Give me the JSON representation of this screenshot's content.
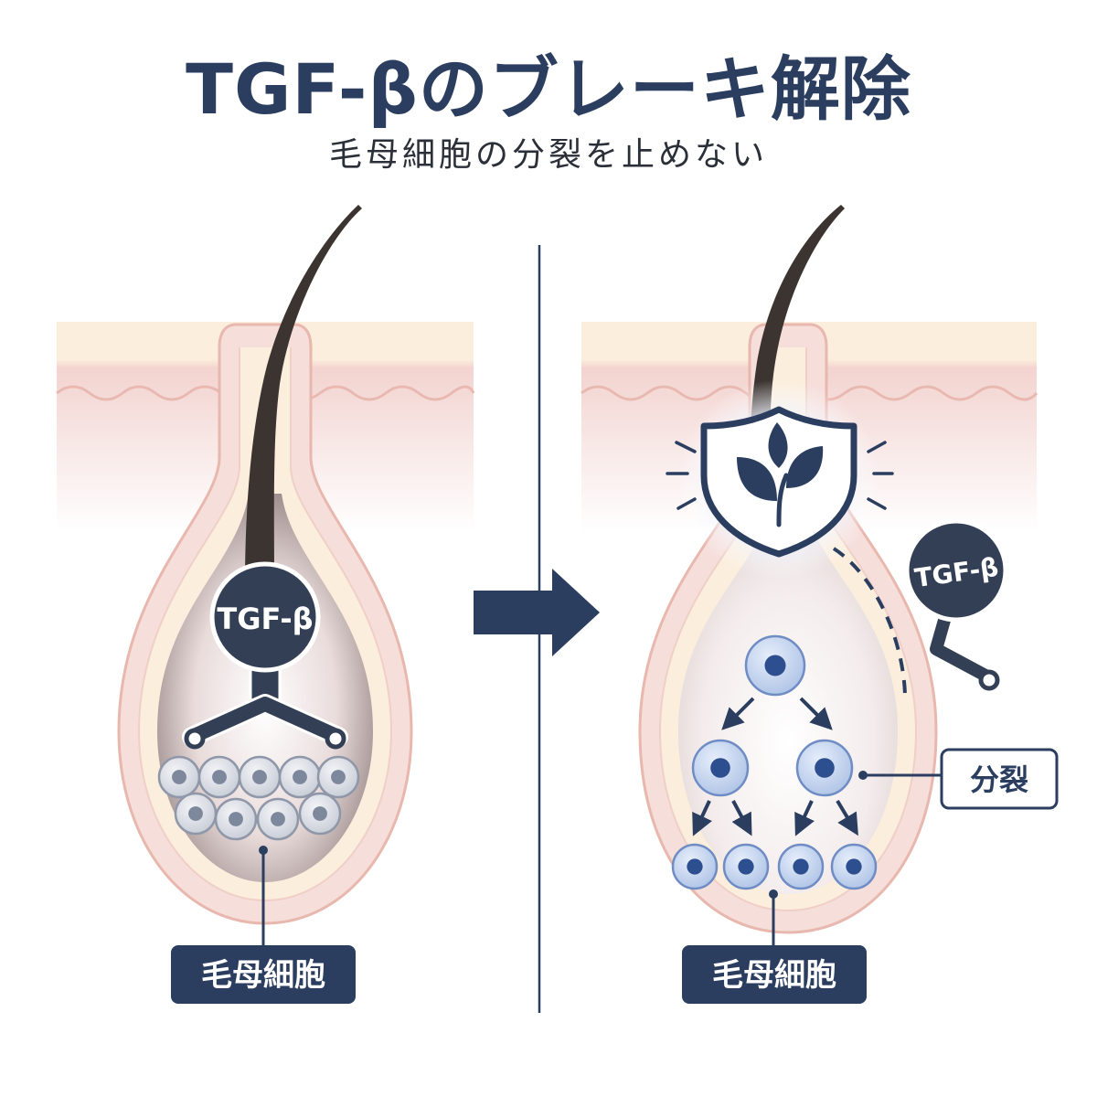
{
  "header": {
    "title": "TGF-βのブレーキ解除",
    "subtitle": "毛母細胞の分裂を止めない"
  },
  "left_panel": {
    "molecule_label": "TGF-β",
    "cell_label": "毛母細胞"
  },
  "right_panel": {
    "molecule_label": "TGF-β",
    "division_label": "分裂",
    "cell_label": "毛母細胞"
  },
  "icons": {
    "arrow": "right-arrow-icon",
    "shield": "shield-leaf-icon"
  },
  "colors": {
    "navy": "#2b3e60",
    "skin_pink": "#f3d6d2",
    "skin_cream": "#fbeedd",
    "follicle_outline": "#e8b7ad",
    "hair": "#3b3431",
    "cell_blue": "#c9d8f0",
    "cell_nucleus": "#3d5d9c",
    "clustered_cell": "#dde1e9"
  }
}
